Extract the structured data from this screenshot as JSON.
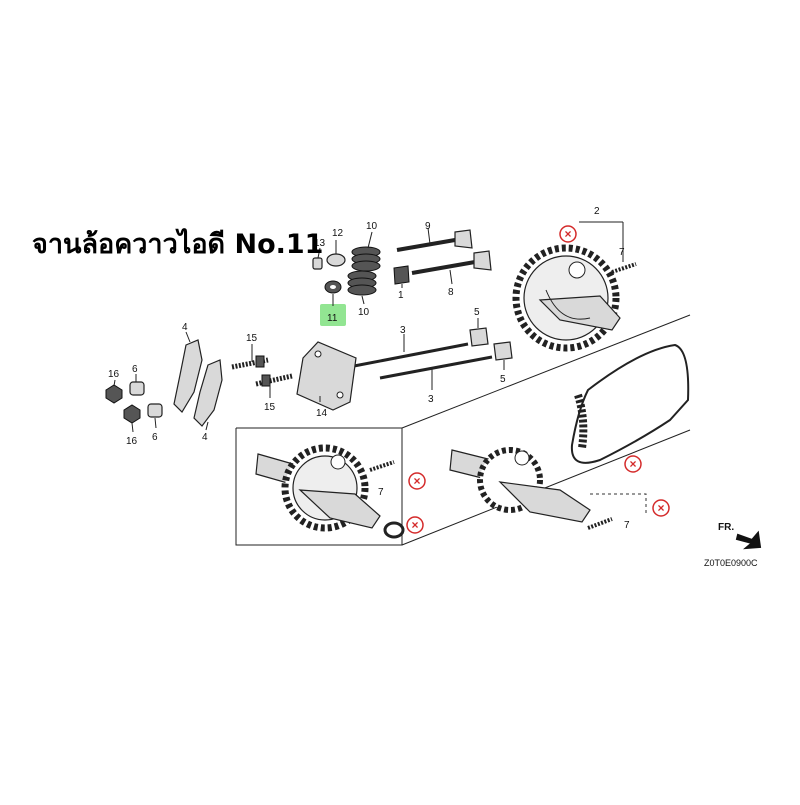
{
  "title": "จานล้อควาวไอดี No.11",
  "diagram_code": "Z0T0E0900C",
  "direction_label": "FR.",
  "highlight_color": "#7fe07f",
  "remove_mark_color": "#d42a2a",
  "remove_mark_symbol": "×",
  "callouts": {
    "c1": "1",
    "c2": "2",
    "c3a": "3",
    "c3b": "3",
    "c4a": "4",
    "c4b": "4",
    "c5a": "5",
    "c5b": "5",
    "c6a": "6",
    "c6b": "6",
    "c7a": "7",
    "c7b": "7",
    "c7c": "7",
    "c8": "8",
    "c9": "9",
    "c10a": "10",
    "c10b": "10",
    "c11": "11",
    "c12": "12",
    "c13": "13",
    "c14": "14",
    "c15a": "15",
    "c15b": "15",
    "c16a": "16",
    "c16b": "16"
  }
}
